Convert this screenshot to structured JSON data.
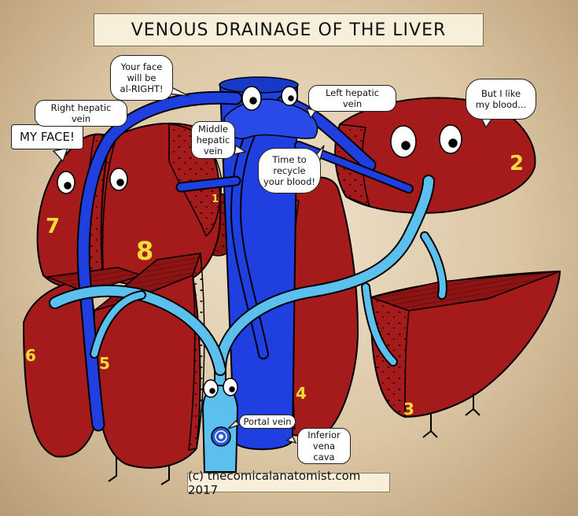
{
  "title": "VENOUS DRAINAGE OF THE LIVER",
  "bubbles": {
    "your_face": [
      "Your face",
      "will be",
      "al-RIGHT!"
    ],
    "but_i_like": [
      "But I like",
      "my blood..."
    ],
    "my_face": "MY FACE!",
    "time_to_recycle": [
      "Time to",
      "recycle",
      "your blood!"
    ]
  },
  "labels": {
    "right_hepatic_vein": "Right hepatic vein",
    "left_hepatic_vein": "Left hepatic vein",
    "middle_hepatic_vein": [
      "Middle",
      "hepatic",
      "vein"
    ],
    "portal_vein": "Portal vein",
    "inferior_vena_cava": [
      "Inferior",
      "vena cava"
    ]
  },
  "segments": [
    "1",
    "2",
    "3",
    "4",
    "5",
    "6",
    "7",
    "8"
  ],
  "credit": "(c) thecomicalanatomist.com 2017",
  "colors": {
    "liver": "#a51a1a",
    "liver_dark": "#5a0c0c",
    "hepatic_vein": "#1f3fe0",
    "portal_vein": "#5cc0ee",
    "segment_number": "#f4dd3a"
  }
}
